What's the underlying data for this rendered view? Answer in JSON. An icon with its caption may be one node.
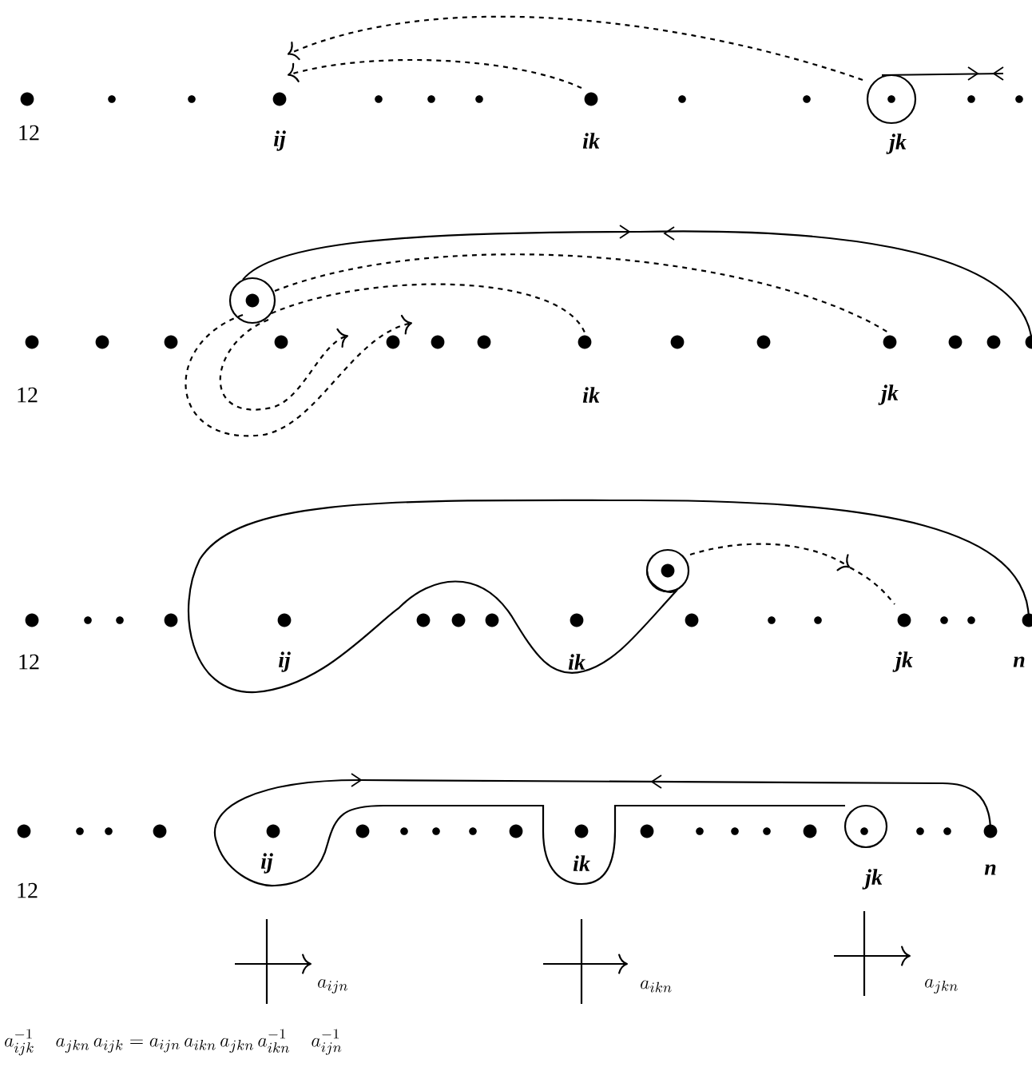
{
  "diagram": {
    "labels": [
      "12",
      "ij",
      "ik",
      "jk",
      "12",
      "ik",
      "jk",
      "12",
      "ij",
      "ik",
      "jk",
      "n",
      "12",
      "ij",
      "ik",
      "jk",
      "n",
      "a_{ijn}",
      "a_{ikn}",
      "a_{jkn}",
      "a_{ijk}^{-1} \\quad a_{jkn}\\, a_{ijk} = a_{ijn}\\, a_{ikn}\\, a_{jkn}\\, a_{ikn}^{-1} \\quad a_{ijn}^{-1}"
    ]
  }
}
